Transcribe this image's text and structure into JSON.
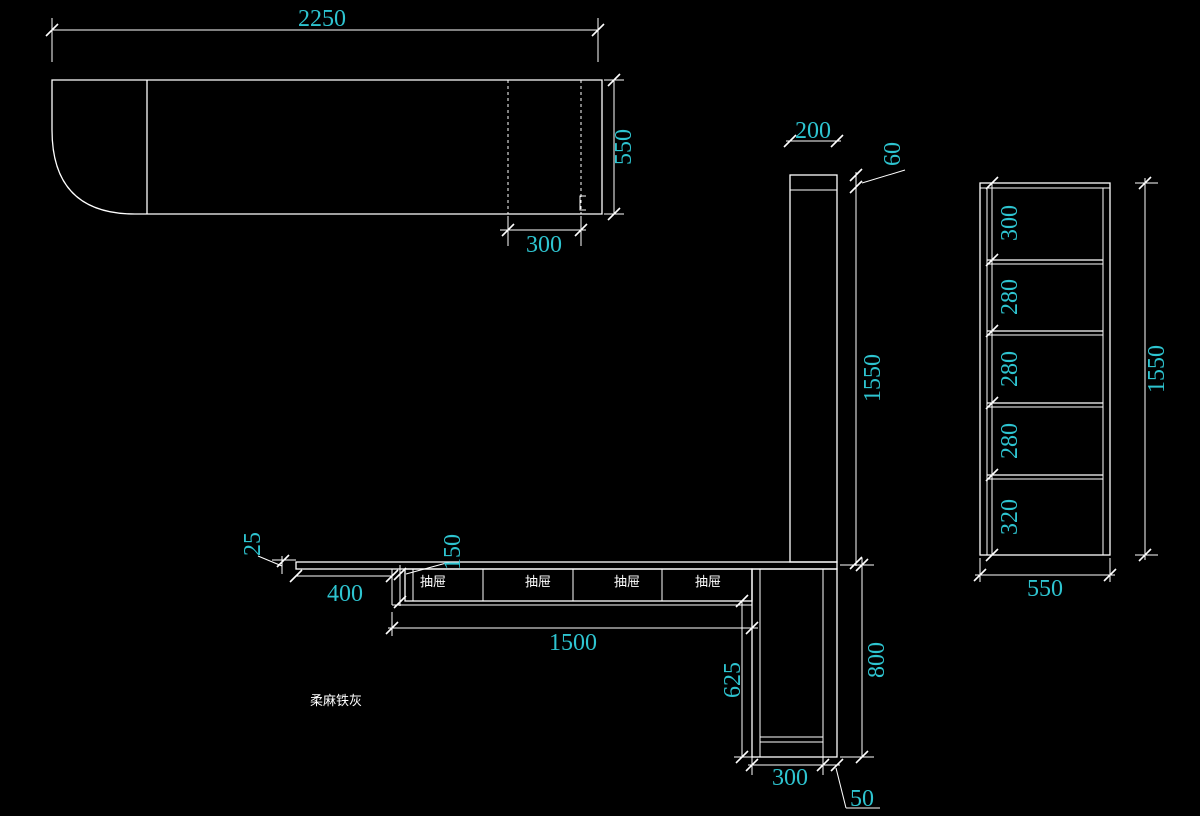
{
  "top_view": {
    "dims": {
      "width": "2250",
      "depth": "550",
      "section": "300"
    }
  },
  "front_view": {
    "dims": {
      "tall_width": "200",
      "top_gap": "60",
      "tall_height": "1550",
      "top_thickness": "25",
      "drawer_height": "150",
      "overhang": "400",
      "drawer_run": "1500",
      "leg_height": "625",
      "base_height": "800",
      "base_width": "300",
      "plinth": "50"
    },
    "drawers": [
      "抽屉",
      "抽屉",
      "抽屉",
      "抽屉"
    ]
  },
  "side_view": {
    "shelves": [
      "300",
      "280",
      "280",
      "280",
      "320"
    ],
    "total_height": "1550",
    "width": "550"
  },
  "material_note": "柔麻铁灰"
}
